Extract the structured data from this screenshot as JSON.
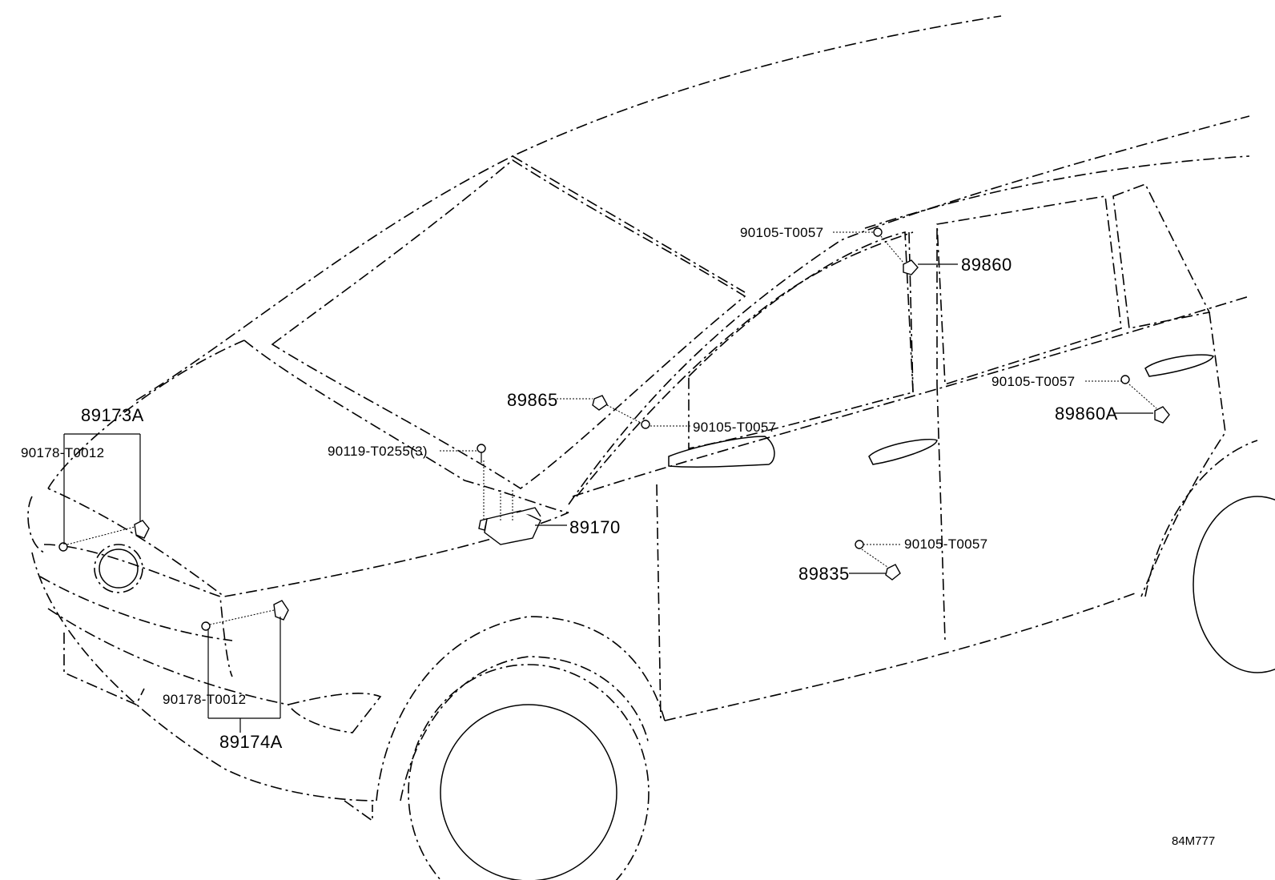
{
  "diagram": {
    "parts": {
      "front_sensor_left": "89173A",
      "front_sensor_right": "89174A",
      "bolt_front_left": "90178-T0012",
      "bolt_front_right": "90178-T0012",
      "bolt_center": "90119-T0255(3)",
      "airbag_sensor_assembly": "89170",
      "side_sensor_front": "89865",
      "bolt_side_front": "90105-T0057",
      "bolt_pillar": "90105-T0057",
      "pillar_sensor": "89860",
      "bolt_rear_door": "90105-T0057",
      "rear_door_sensor": "89860A",
      "bolt_front_door": "90105-T0057",
      "front_door_sensor": "89835"
    },
    "figure_code": "84M777"
  }
}
